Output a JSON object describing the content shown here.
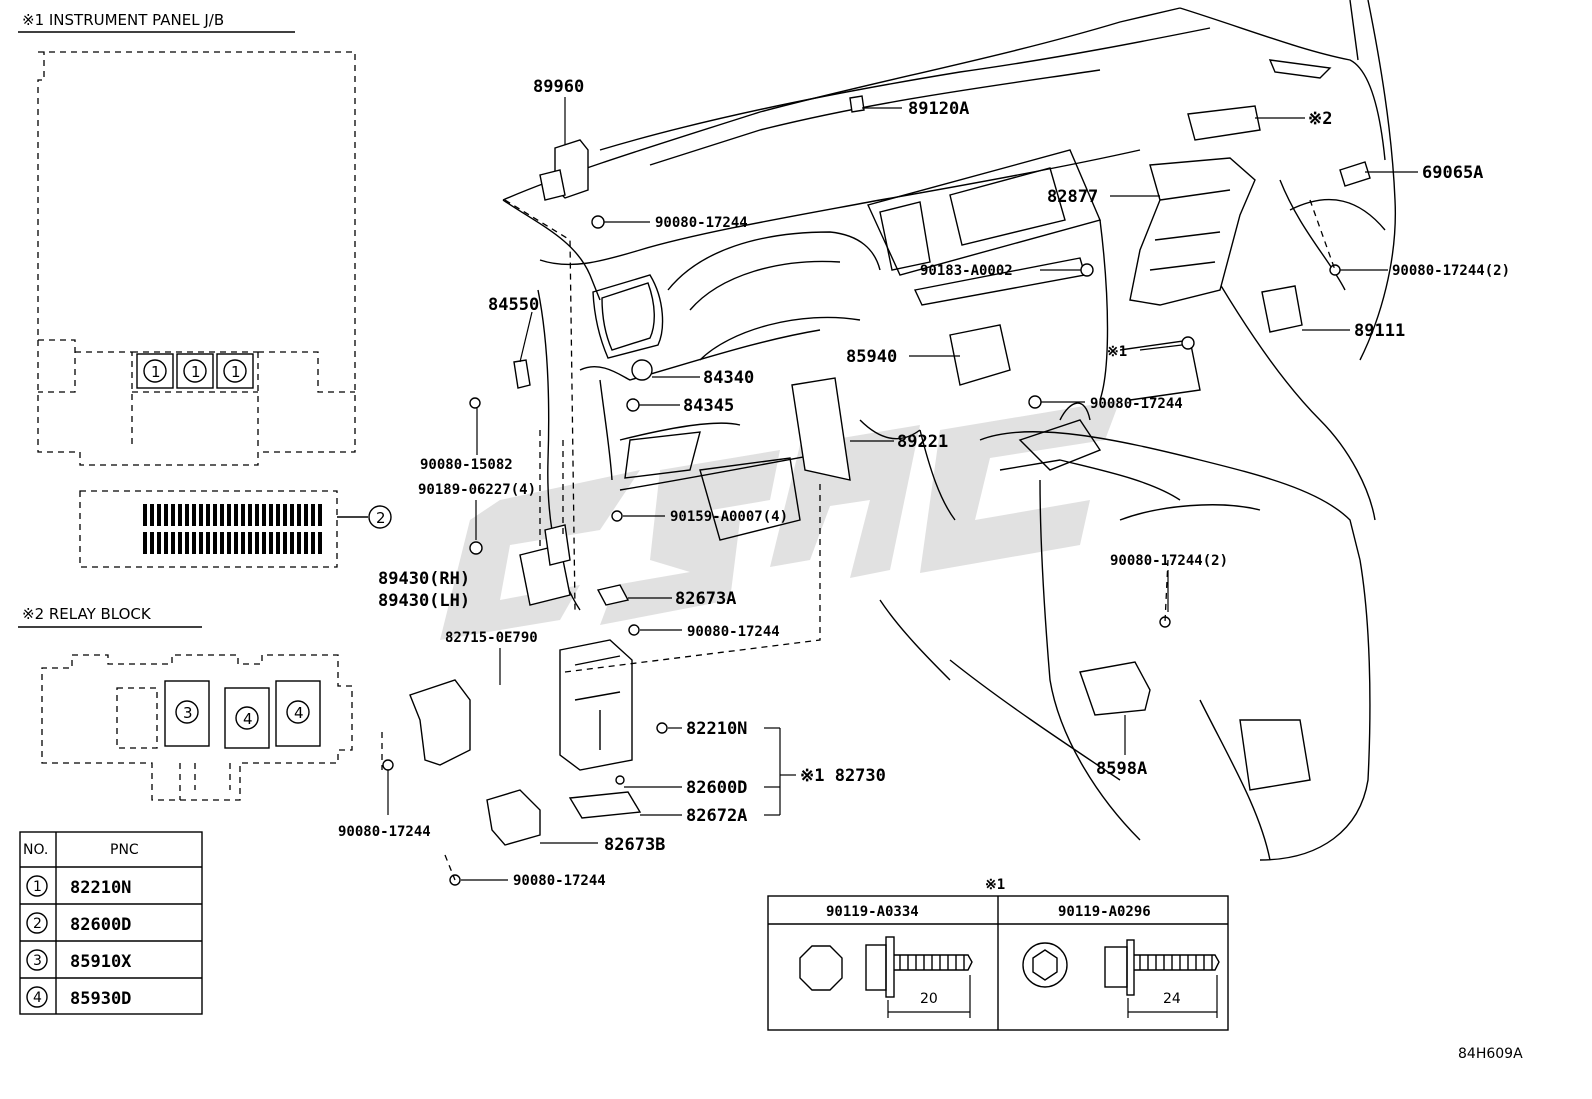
{
  "inset1": {
    "title": "※1 INSTRUMENT PANEL J/B",
    "circled": [
      "1",
      "1",
      "1",
      "2"
    ]
  },
  "inset2": {
    "title": "※2 RELAY BLOCK",
    "circled": [
      "3",
      "4",
      "4"
    ]
  },
  "pnc_table": {
    "headers": [
      "NO.",
      "PNC"
    ],
    "rows": [
      {
        "no": "1",
        "pnc": "82210N"
      },
      {
        "no": "2",
        "pnc": "82600D"
      },
      {
        "no": "3",
        "pnc": "85910X"
      },
      {
        "no": "4",
        "pnc": "85930D"
      }
    ]
  },
  "part_labels": {
    "p89960": "89960",
    "p89120A": "89120A",
    "p2": "※2",
    "p69065A": "69065A",
    "p82877": "82877",
    "p90080_17244_a": "90080-17244",
    "p90183": "90183-A0002",
    "p90080_17244_2a": "90080-17244(2)",
    "p84550": "84550",
    "p89111": "89111",
    "p1": "※1",
    "p85940": "85940",
    "p84340": "84340",
    "p84345": "84345",
    "p90080_17244_b": "90080-17244",
    "p89221": "89221",
    "p90080_15082": "90080-15082",
    "p90189": "90189-06227(4)",
    "p90159": "90159-A0007(4)",
    "p89430rh": "89430(RH)",
    "p89430lh": "89430(LH)",
    "p82673A": "82673A",
    "p90080_17244_2b": "90080-17244(2)",
    "p90080_17244_c": "90080-17244",
    "p82715": "82715-0E790",
    "p82210N": "82210N",
    "p82730": "※1 82730",
    "p82600D": "82600D",
    "p82672A": "82672A",
    "p8598A": "8598A",
    "p90080_17244_d": "90080-17244",
    "p82673B": "82673B",
    "p90080_17244_e": "90080-17244"
  },
  "bolt_table": {
    "ref": "※1",
    "left": {
      "part": "90119-A0334",
      "dim": "20"
    },
    "right": {
      "part": "90119-A0296",
      "dim": "24"
    }
  },
  "figure_id": "84H609A"
}
